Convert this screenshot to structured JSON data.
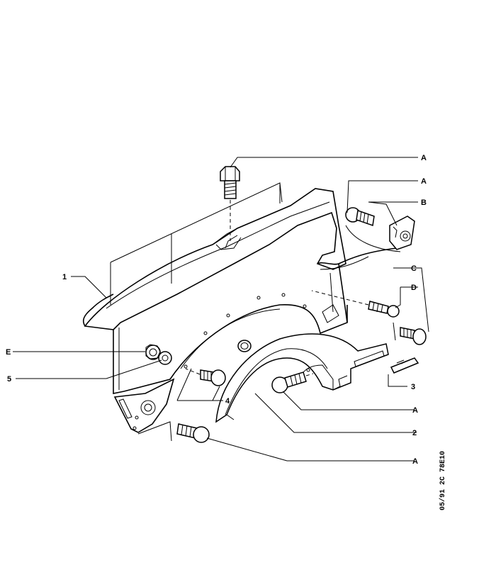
{
  "callouts": {
    "a1": "A",
    "a2": "A",
    "b": "B",
    "c": "C",
    "d": "D",
    "e": "E",
    "n1": "1",
    "n5": "5",
    "n4": "4",
    "n3": "3",
    "a3": "A",
    "n2": "2",
    "a4": "A"
  },
  "reference_code": "05/91 2C 78E10"
}
